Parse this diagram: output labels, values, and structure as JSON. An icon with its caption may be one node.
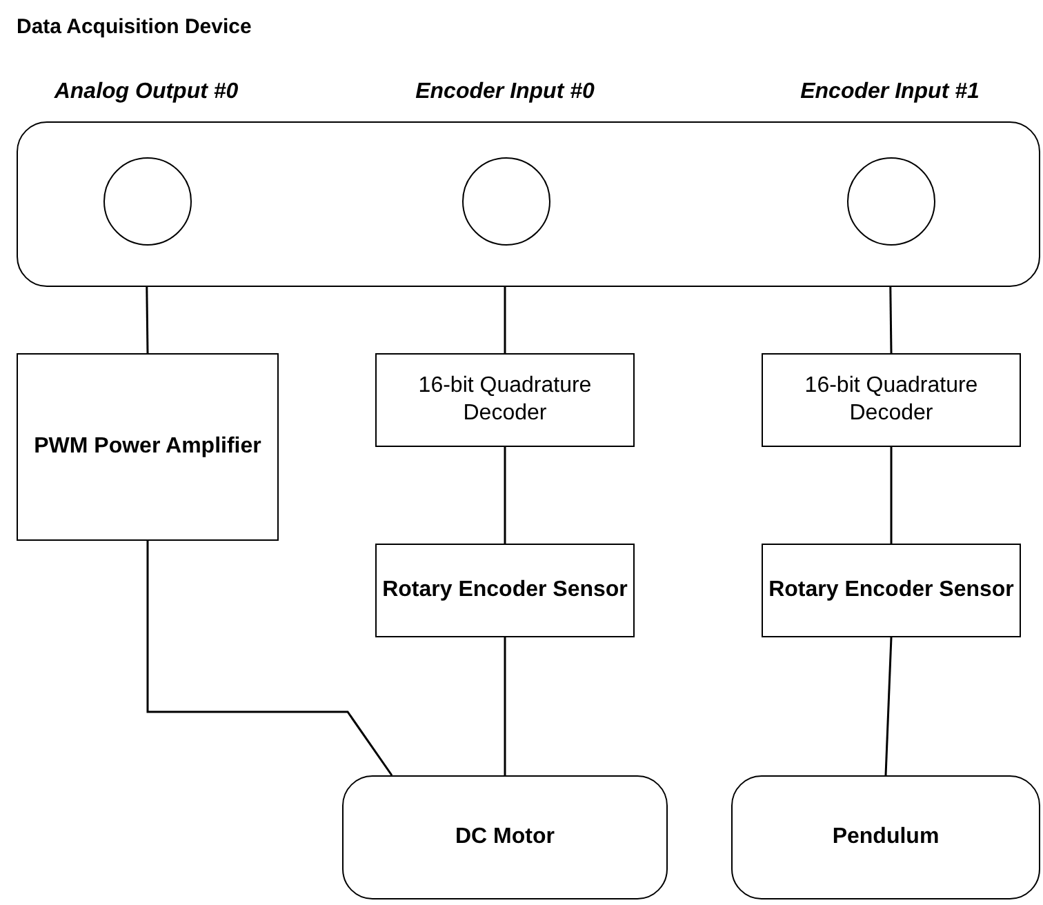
{
  "diagram": {
    "title": "Data Acquisition Device",
    "nodes": [
      {
        "text": [],
        "shape": "box"
      },
      {
        "text": [],
        "shape": "circle",
        "in": 0,
        "beside": [
          "Analog Output #0"
        ]
      },
      {
        "text": [],
        "shape": "circle",
        "in": 0,
        "beside": [
          "Encoder Input #0"
        ]
      },
      {
        "text": [],
        "shape": "circle",
        "in": 0,
        "beside": [
          "Encoder Input #1"
        ]
      },
      {
        "text": [
          "PWM Power Amplifier"
        ]
      },
      {
        "text": [
          "16-bit Quadrature Decoder"
        ]
      },
      {
        "text": [
          "Rotary Encoder Sensor"
        ]
      },
      {
        "text": [
          "16-bit Quadrature Decoder"
        ]
      },
      {
        "text": [
          "Rotary Encoder Sensor"
        ]
      },
      {
        "text": [
          "DC Motor"
        ]
      },
      {
        "text": [
          "Pendulum"
        ]
      }
    ],
    "edges": [
      {
        "from": 1,
        "to": 4,
        "arrow": "none"
      },
      {
        "from": 2,
        "to": 5,
        "arrow": "none"
      },
      {
        "from": 5,
        "to": 6,
        "arrow": "none"
      },
      {
        "from": 6,
        "to": 9,
        "arrow": "none"
      },
      {
        "from": 3,
        "to": 7,
        "arrow": "none"
      },
      {
        "from": 7,
        "to": 8,
        "arrow": "none"
      },
      {
        "from": 8,
        "to": 10,
        "arrow": "none"
      },
      {
        "from": 4,
        "to": 9,
        "arrow": "none"
      }
    ]
  }
}
